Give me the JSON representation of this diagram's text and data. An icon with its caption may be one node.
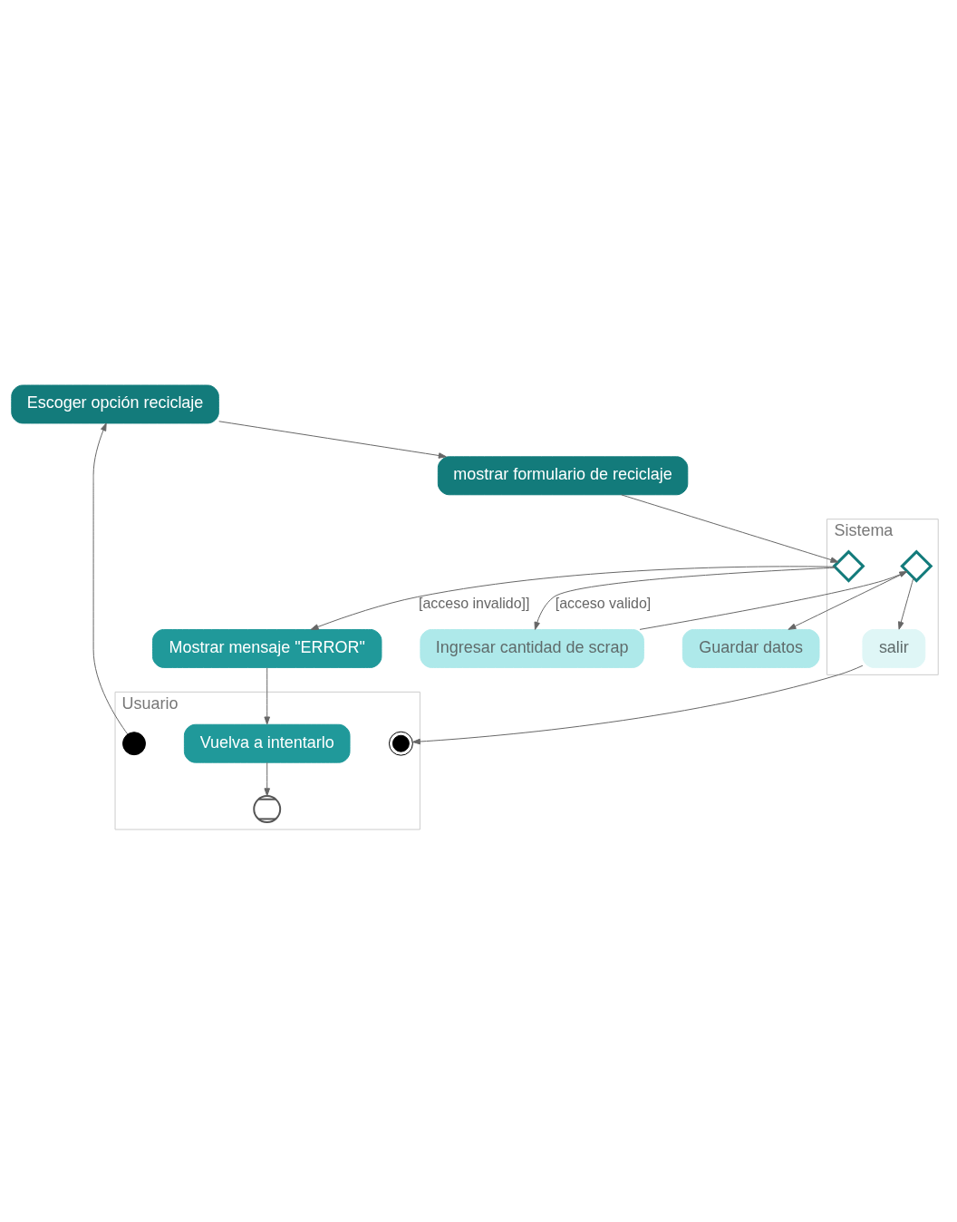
{
  "diagram": {
    "nodes": [
      {
        "text": [
          "Usuario"
        ]
      },
      {
        "text": [
          "Sistema"
        ]
      },
      {
        "text": [],
        "shape": "circle",
        "in": 0
      },
      {
        "text": [
          "Escoger opción reciclaje"
        ]
      },
      {
        "text": [
          "mostrar formulario de reciclaje"
        ]
      },
      {
        "text": [],
        "shape": "diamond",
        "in": 1
      },
      {
        "text": [
          "Vuelva a intentarlo"
        ],
        "in": 0
      },
      {
        "text": [],
        "shape": "circle",
        "in": 0
      },
      {
        "text": [
          "Mostrar mensaje \"ERROR\""
        ]
      },
      {
        "text": [
          "Ingresar cantidad de scrap"
        ]
      },
      {
        "text": [],
        "shape": "diamond",
        "in": 1
      },
      {
        "text": [
          "Guardar datos"
        ]
      },
      {
        "text": [],
        "shape": "circle",
        "in": 0
      },
      {
        "text": [
          "salir"
        ],
        "in": 1
      }
    ],
    "edges": [
      {
        "from": 2,
        "to": 3,
        "arrow": "to"
      },
      {
        "from": 3,
        "to": 4,
        "arrow": "to"
      },
      {
        "from": 4,
        "to": 5,
        "arrow": "to"
      },
      {
        "from": 5,
        "to": 9,
        "arrow": "to",
        "label": "[acceso valido]"
      },
      {
        "from": 5,
        "to": 8,
        "arrow": "to",
        "label": "[acceso invalido]]"
      },
      {
        "from": 8,
        "to": 6,
        "arrow": "to"
      },
      {
        "from": 6,
        "to": 7,
        "arrow": "to"
      },
      {
        "from": 9,
        "to": 10,
        "arrow": "to"
      },
      {
        "from": 10,
        "to": 11,
        "arrow": "to"
      },
      {
        "from": 10,
        "to": 13,
        "arrow": "to"
      },
      {
        "from": 13,
        "to": 12,
        "arrow": "to"
      }
    ]
  }
}
